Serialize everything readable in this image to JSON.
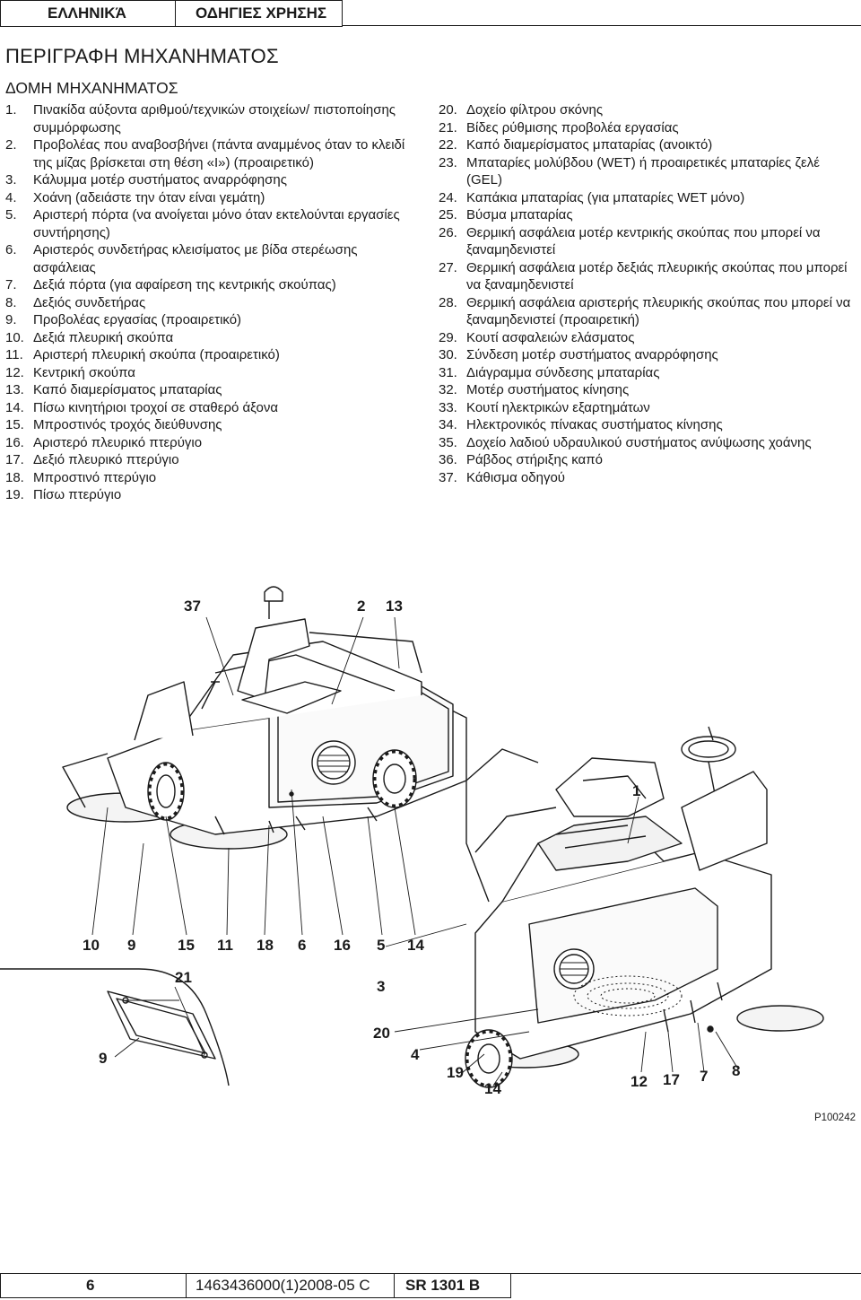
{
  "header": {
    "language": "ΕΛΛΗΝΙΚΆ",
    "manual": "ΟΔΗΓΙΕΣ ΧΡΗΣΗΣ"
  },
  "title": "ΠΕΡΙΓΡΑΦΗ ΜΗΧΑΝΗΜΑΤΟΣ",
  "subtitle": "ΔΟΜΗ ΜΗΧΑΝΗΜΑΤΟΣ",
  "parts_left": [
    {
      "num": "1.",
      "text": "Πινακίδα αύξοντα αριθμού/τεχνικών στοιχείων/ πιστοποίησης συμμόρφωσης"
    },
    {
      "num": "2.",
      "text": "Προβολέας που αναβοσβήνει (πάντα αναμμένος όταν το κλειδί της μίζας βρίσκεται στη θέση «I») (προαιρετικό)"
    },
    {
      "num": "3.",
      "text": "Κάλυμμα μοτέρ συστήματος αναρρόφησης"
    },
    {
      "num": "4.",
      "text": "Χοάνη (αδειάστε την όταν είναι γεμάτη)"
    },
    {
      "num": "5.",
      "text": "Αριστερή πόρτα (να ανοίγεται μόνο όταν εκτελούνται εργασίες συντήρησης)"
    },
    {
      "num": "6.",
      "text": "Αριστερός συνδετήρας κλεισίματος με βίδα στερέωσης ασφάλειας"
    },
    {
      "num": "7.",
      "text": "Δεξιά πόρτα (για αφαίρεση της κεντρικής σκούπας)"
    },
    {
      "num": "8.",
      "text": "Δεξιός συνδετήρας"
    },
    {
      "num": "9.",
      "text": "Προβολέας εργασίας (προαιρετικό)"
    },
    {
      "num": "10.",
      "text": "Δεξιά πλευρική σκούπα"
    },
    {
      "num": "11.",
      "text": "Αριστερή πλευρική σκούπα (προαιρετικό)"
    },
    {
      "num": "12.",
      "text": "Κεντρική σκούπα"
    },
    {
      "num": "13.",
      "text": "Καπό διαμερίσματος μπαταρίας"
    },
    {
      "num": "14.",
      "text": "Πίσω κινητήριοι τροχοί σε σταθερό άξονα"
    },
    {
      "num": "15.",
      "text": "Μπροστινός τροχός διεύθυνσης"
    },
    {
      "num": "16.",
      "text": "Αριστερό πλευρικό πτερύγιο"
    },
    {
      "num": "17.",
      "text": "Δεξιό πλευρικό πτερύγιο"
    },
    {
      "num": "18.",
      "text": "Μπροστινό πτερύγιο"
    },
    {
      "num": "19.",
      "text": "Πίσω πτερύγιο"
    }
  ],
  "parts_right": [
    {
      "num": "20.",
      "text": "Δοχείο φίλτρου σκόνης"
    },
    {
      "num": "21.",
      "text": "Βίδες ρύθμισης προβολέα εργασίας"
    },
    {
      "num": "22.",
      "text": "Καπό διαμερίσματος μπαταρίας (ανοικτό)"
    },
    {
      "num": "23.",
      "text": "Μπαταρίες μολύβδου (WET) ή προαιρετικές μπαταρίες ζελέ (GEL)"
    },
    {
      "num": "24.",
      "text": "Καπάκια μπαταρίας (για μπαταρίες WET μόνο)"
    },
    {
      "num": "25.",
      "text": "Βύσμα μπαταρίας"
    },
    {
      "num": "26.",
      "text": "Θερμική ασφάλεια μοτέρ κεντρικής σκούπας που μπορεί να ξαναμηδενιστεί"
    },
    {
      "num": "27.",
      "text": "Θερμική ασφάλεια μοτέρ δεξιάς πλευρικής σκούπας που μπορεί να ξαναμηδενιστεί"
    },
    {
      "num": "28.",
      "text": "Θερμική ασφάλεια αριστερής πλευρικής σκούπας που μπορεί να ξαναμηδενιστεί (προαιρετική)"
    },
    {
      "num": "29.",
      "text": "Κουτί ασφαλειών ελάσματος"
    },
    {
      "num": "30.",
      "text": "Σύνδεση μοτέρ συστήματος αναρρόφησης"
    },
    {
      "num": "31.",
      "text": "Διάγραμμα σύνδεσης μπαταρίας"
    },
    {
      "num": "32.",
      "text": "Μοτέρ συστήματος κίνησης"
    },
    {
      "num": "33.",
      "text": "Κουτί ηλεκτρικών εξαρτημάτων"
    },
    {
      "num": "34.",
      "text": "Ηλεκτρονικός πίνακας συστήματος κίνησης"
    },
    {
      "num": "35.",
      "text": "Δοχείο λαδιού υδραυλικού συστήματος ανύψωσης χοάνης"
    },
    {
      "num": "36.",
      "text": "Ράβδος στήριξης καπό"
    },
    {
      "num": "37.",
      "text": "Κάθισμα οδηγού"
    }
  ],
  "figure": {
    "callouts": {
      "c37": "37",
      "c2": "2",
      "c13": "13",
      "c1": "1",
      "c10": "10",
      "c9a": "9",
      "c15": "15",
      "c11": "11",
      "c18": "18",
      "c6": "6",
      "c16": "16",
      "c5": "5",
      "c14a": "14",
      "c21": "21",
      "c3": "3",
      "c9b": "9",
      "c20": "20",
      "c4": "4",
      "c19": "19",
      "c14b": "14",
      "c12": "12",
      "c17": "17",
      "c7": "7",
      "c8": "8"
    },
    "reference": "P100242"
  },
  "footer": {
    "page": "6",
    "code": "1463436000(1)2008-05 C",
    "model": "SR 1301 B"
  }
}
